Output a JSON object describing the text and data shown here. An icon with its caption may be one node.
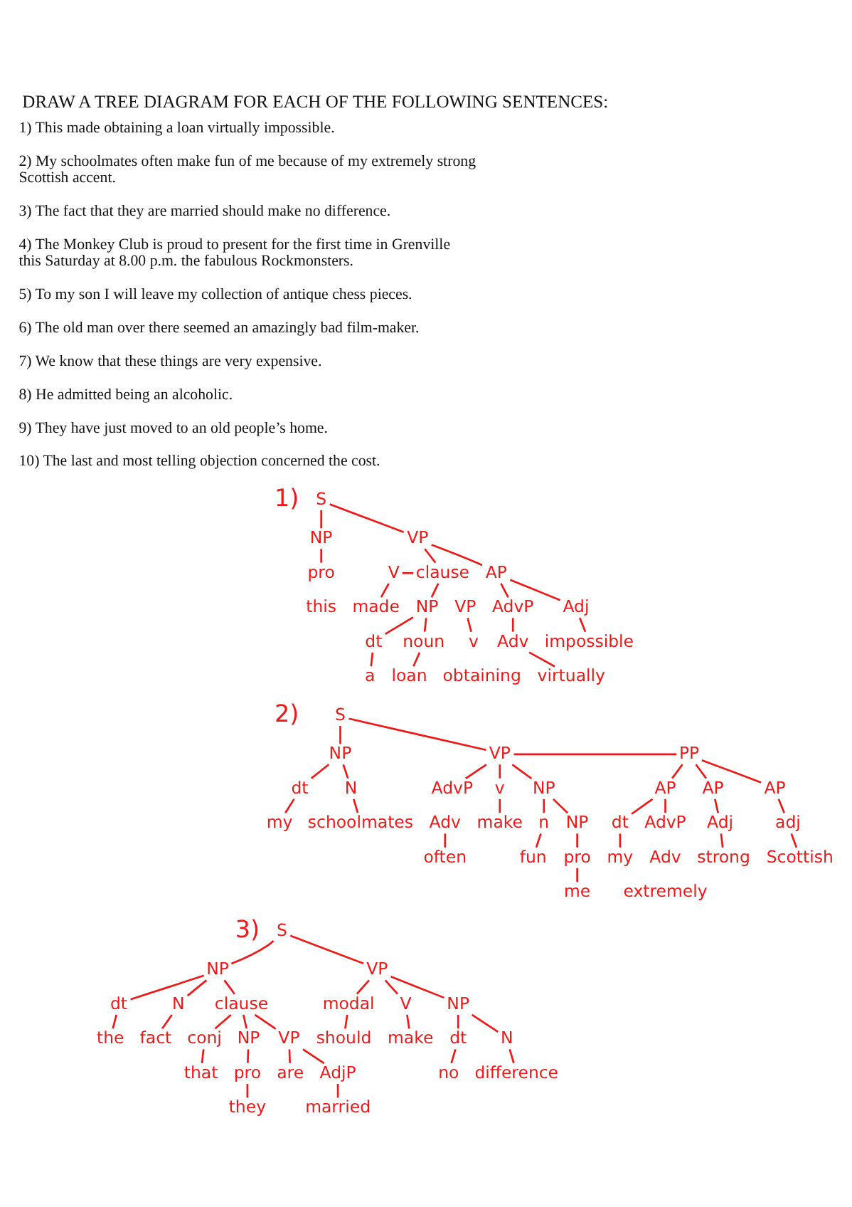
{
  "diagram": {
    "title": "DRAW A TREE DIAGRAM FOR EACH OF THE FOLLOWING SENTENCES:",
    "nodes": [
      {
        "text": [
          "S"
        ]
      },
      {
        "text": [
          "NP"
        ]
      },
      {
        "text": [
          "VP"
        ]
      },
      {
        "text": [
          "pro"
        ]
      },
      {
        "text": [
          "V"
        ]
      },
      {
        "text": [
          "clause"
        ]
      },
      {
        "text": [
          "AP"
        ]
      },
      {
        "text": [
          "made"
        ]
      },
      {
        "text": [
          "VP"
        ]
      },
      {
        "text": [
          "NP"
        ]
      },
      {
        "text": [
          "AdvP"
        ]
      },
      {
        "text": [
          "Adj"
        ]
      },
      {
        "text": [
          "v"
        ]
      },
      {
        "text": [
          "dt"
        ]
      },
      {
        "text": [
          "noun"
        ]
      },
      {
        "text": [
          "Adv"
        ]
      },
      {
        "text": [
          "impossible"
        ]
      },
      {
        "text": [
          "a"
        ]
      },
      {
        "text": [
          "loan"
        ]
      },
      {
        "text": [
          "virtually"
        ]
      },
      {
        "text": [
          "S"
        ]
      },
      {
        "text": [
          "NP"
        ]
      },
      {
        "text": [
          "VP"
        ]
      },
      {
        "text": [
          "PP"
        ]
      },
      {
        "text": [
          "AP"
        ]
      },
      {
        "text": [
          "AP"
        ]
      },
      {
        "text": [
          "dt"
        ]
      },
      {
        "text": [
          "N"
        ]
      },
      {
        "text": [
          "AdvP"
        ]
      },
      {
        "text": [
          "v"
        ]
      },
      {
        "text": [
          "NP"
        ]
      },
      {
        "text": [
          "AP"
        ]
      },
      {
        "text": [
          "Adj"
        ]
      },
      {
        "text": [
          "adj"
        ]
      },
      {
        "text": [
          "my"
        ]
      },
      {
        "text": [
          "schoolmates"
        ]
      },
      {
        "text": [
          "Adv"
        ]
      },
      {
        "text": [
          "make"
        ]
      },
      {
        "text": [
          "n"
        ]
      },
      {
        "text": [
          "NP"
        ]
      },
      {
        "text": [
          "dt"
        ]
      },
      {
        "text": [
          "AdvP"
        ]
      },
      {
        "text": [
          "strong"
        ]
      },
      {
        "text": [
          "Scottish"
        ]
      },
      {
        "text": [
          "often"
        ]
      },
      {
        "text": [
          "fun"
        ]
      },
      {
        "text": [
          "pro"
        ]
      },
      {
        "text": [
          "my"
        ]
      },
      {
        "text": [
          "me"
        ]
      },
      {
        "text": [
          "S"
        ]
      },
      {
        "text": [
          "NP"
        ]
      },
      {
        "text": [
          "VP"
        ]
      },
      {
        "text": [
          "dt"
        ]
      },
      {
        "text": [
          "N"
        ]
      },
      {
        "text": [
          "clause"
        ]
      },
      {
        "text": [
          "NP"
        ]
      },
      {
        "text": [
          "modal"
        ]
      },
      {
        "text": [
          "V"
        ]
      },
      {
        "text": [
          "dt"
        ]
      },
      {
        "text": [
          "N"
        ]
      },
      {
        "text": [
          "the"
        ]
      },
      {
        "text": [
          "fact"
        ]
      },
      {
        "text": [
          "conj"
        ]
      },
      {
        "text": [
          "NP"
        ]
      },
      {
        "text": [
          "VP"
        ]
      },
      {
        "text": [
          "should"
        ]
      },
      {
        "text": [
          "make"
        ]
      },
      {
        "text": [
          "no"
        ]
      },
      {
        "text": [
          "difference"
        ]
      },
      {
        "text": [
          "that"
        ]
      },
      {
        "text": [
          "pro"
        ]
      },
      {
        "text": [
          "are"
        ]
      },
      {
        "text": [
          "AdjP"
        ]
      },
      {
        "text": [
          "they"
        ]
      },
      {
        "text": [
          "married"
        ]
      }
    ],
    "edges": [
      {
        "from": 0,
        "to": 1,
        "arrow": "none"
      },
      {
        "from": 0,
        "to": 2,
        "arrow": "none"
      },
      {
        "from": 1,
        "to": 3,
        "arrow": "none"
      },
      {
        "from": 4,
        "to": 5,
        "arrow": "none"
      },
      {
        "from": 2,
        "to": 5,
        "arrow": "none"
      },
      {
        "from": 2,
        "to": 6,
        "arrow": "none"
      },
      {
        "from": 4,
        "to": 7,
        "arrow": "none"
      },
      {
        "from": 8,
        "to": 12,
        "arrow": "none"
      },
      {
        "from": 5,
        "to": 9,
        "arrow": "none"
      },
      {
        "from": 9,
        "to": 13,
        "arrow": "none"
      },
      {
        "from": 9,
        "to": 14,
        "arrow": "none"
      },
      {
        "from": 6,
        "to": 10,
        "arrow": "none"
      },
      {
        "from": 6,
        "to": 11,
        "arrow": "none"
      },
      {
        "from": 10,
        "to": 15,
        "arrow": "none"
      },
      {
        "from": 11,
        "to": 16,
        "arrow": "none"
      },
      {
        "from": 13,
        "to": 17,
        "arrow": "none"
      },
      {
        "from": 14,
        "to": 18,
        "arrow": "none"
      },
      {
        "from": 15,
        "to": 19,
        "arrow": "none"
      },
      {
        "from": 20,
        "to": 21,
        "arrow": "none"
      },
      {
        "from": 20,
        "to": 22,
        "arrow": "none"
      },
      {
        "from": 21,
        "to": 26,
        "arrow": "none"
      },
      {
        "from": 21,
        "to": 27,
        "arrow": "none"
      },
      {
        "from": 22,
        "to": 28,
        "arrow": "none"
      },
      {
        "from": 22,
        "to": 29,
        "arrow": "none"
      },
      {
        "from": 22,
        "to": 30,
        "arrow": "none"
      },
      {
        "from": 22,
        "to": 23,
        "arrow": "none"
      },
      {
        "from": 23,
        "to": 31,
        "arrow": "none"
      },
      {
        "from": 23,
        "to": 24,
        "arrow": "none"
      },
      {
        "from": 23,
        "to": 25,
        "arrow": "none"
      },
      {
        "from": 24,
        "to": 32,
        "arrow": "none"
      },
      {
        "from": 25,
        "to": 33,
        "arrow": "none"
      },
      {
        "from": 26,
        "to": 34,
        "arrow": "none"
      },
      {
        "from": 27,
        "to": 35,
        "arrow": "none"
      },
      {
        "from": 29,
        "to": 37,
        "arrow": "none"
      },
      {
        "from": 30,
        "to": 38,
        "arrow": "none"
      },
      {
        "from": 30,
        "to": 39,
        "arrow": "none"
      },
      {
        "from": 31,
        "to": 40,
        "arrow": "none"
      },
      {
        "from": 31,
        "to": 41,
        "arrow": "none"
      },
      {
        "from": 32,
        "to": 42,
        "arrow": "none"
      },
      {
        "from": 33,
        "to": 43,
        "arrow": "none"
      },
      {
        "from": 36,
        "to": 44,
        "arrow": "none"
      },
      {
        "from": 38,
        "to": 45,
        "arrow": "none"
      },
      {
        "from": 39,
        "to": 46,
        "arrow": "none"
      },
      {
        "from": 40,
        "to": 47,
        "arrow": "none"
      },
      {
        "from": 46,
        "to": 48,
        "arrow": "none"
      },
      {
        "from": 49,
        "to": 50,
        "arrow": "none"
      },
      {
        "from": 49,
        "to": 51,
        "arrow": "none"
      },
      {
        "from": 50,
        "to": 52,
        "arrow": "none"
      },
      {
        "from": 50,
        "to": 53,
        "arrow": "none"
      },
      {
        "from": 50,
        "to": 54,
        "arrow": "none"
      },
      {
        "from": 51,
        "to": 56,
        "arrow": "none"
      },
      {
        "from": 51,
        "to": 57,
        "arrow": "none"
      },
      {
        "from": 51,
        "to": 55,
        "arrow": "none"
      },
      {
        "from": 55,
        "to": 58,
        "arrow": "none"
      },
      {
        "from": 55,
        "to": 59,
        "arrow": "none"
      },
      {
        "from": 52,
        "to": 60,
        "arrow": "none"
      },
      {
        "from": 53,
        "to": 61,
        "arrow": "none"
      },
      {
        "from": 54,
        "to": 62,
        "arrow": "none"
      },
      {
        "from": 54,
        "to": 63,
        "arrow": "none"
      },
      {
        "from": 54,
        "to": 64,
        "arrow": "none"
      },
      {
        "from": 56,
        "to": 65,
        "arrow": "none"
      },
      {
        "from": 57,
        "to": 66,
        "arrow": "none"
      },
      {
        "from": 58,
        "to": 67,
        "arrow": "none"
      },
      {
        "from": 59,
        "to": 68,
        "arrow": "none"
      },
      {
        "from": 62,
        "to": 69,
        "arrow": "none"
      },
      {
        "from": 63,
        "to": 70,
        "arrow": "none"
      },
      {
        "from": 64,
        "to": 71,
        "arrow": "none"
      },
      {
        "from": 64,
        "to": 72,
        "arrow": "none"
      },
      {
        "from": 70,
        "to": 73,
        "arrow": "none"
      },
      {
        "from": 72,
        "to": 74,
        "arrow": "none"
      }
    ],
    "labels": [
      "1) This made obtaining a loan virtually impossible.",
      "2) My schoolmates often make fun of me because of my extremely strong Scottish accent.",
      "3) The fact that they are married should make no difference.",
      "4) The Monkey Club is proud to present for the first time in Grenville this Saturday at 8.00 p.m. the fabulous Rockmonsters.",
      "5) To my son I will leave my collection of antique chess pieces.",
      "6) The old man over there seemed an amazingly bad film-maker.",
      "7) We know that these things are very expensive.",
      "8) He admitted being an alcoholic.",
      "9) They have just moved to an old people’s home.",
      "10) The last and most telling objection concerned the cost.",
      "1)",
      "this",
      "obtaining",
      "2)",
      "Adv",
      "extremely",
      "3)"
    ]
  }
}
